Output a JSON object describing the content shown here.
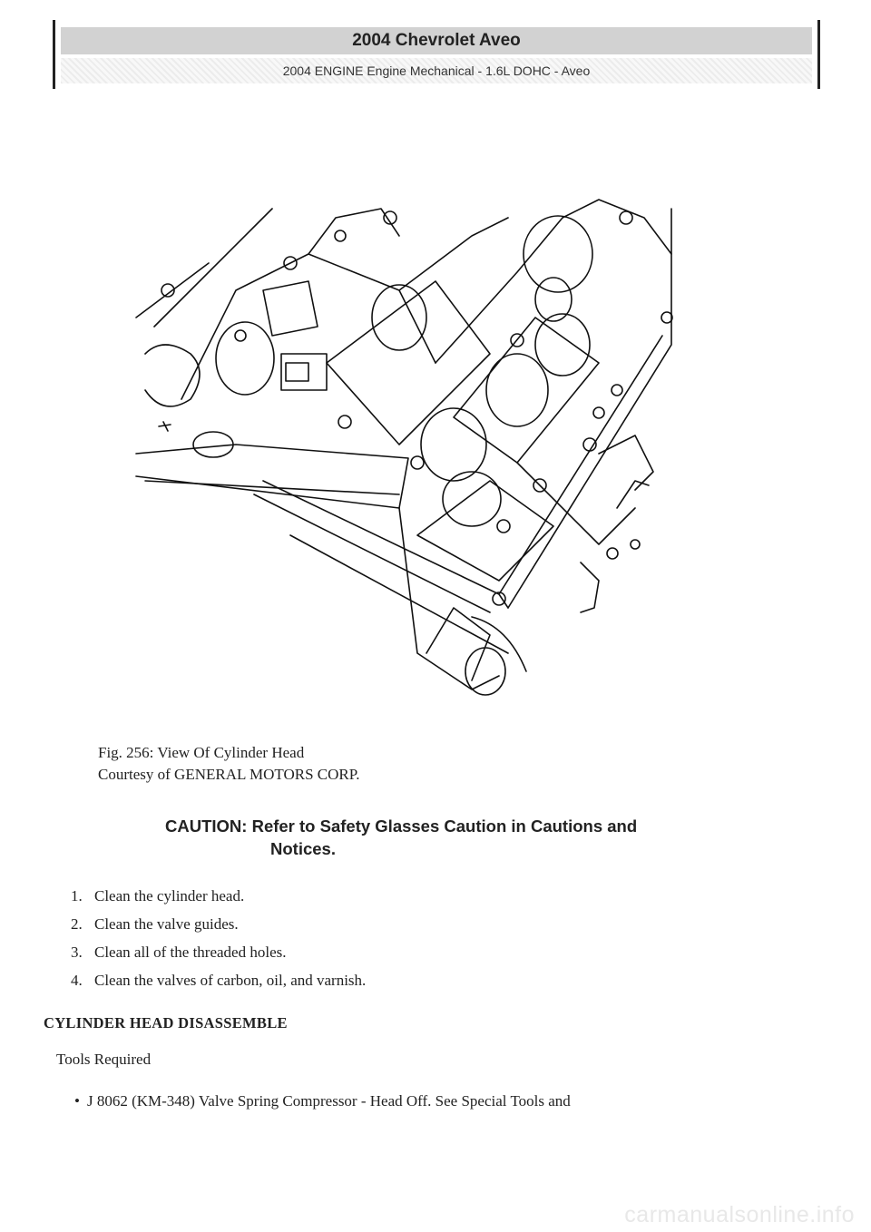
{
  "header": {
    "title": "2004 Chevrolet Aveo",
    "subtitle": "2004 ENGINE Engine Mechanical - 1.6L DOHC - Aveo"
  },
  "figure": {
    "caption_line1": "Fig. 256: View Of Cylinder Head",
    "caption_line2": "Courtesy of GENERAL MOTORS CORP."
  },
  "caution": {
    "label": "CAUTION:",
    "text": "Refer to Safety Glasses Caution in Cautions and",
    "text_cont": "Notices."
  },
  "steps": [
    {
      "num": "1.",
      "text": "Clean the cylinder head."
    },
    {
      "num": "2.",
      "text": "Clean the valve guides."
    },
    {
      "num": "3.",
      "text": "Clean all of the threaded holes."
    },
    {
      "num": "4.",
      "text": "Clean the valves of carbon, oil, and varnish."
    }
  ],
  "section": {
    "title": "CYLINDER HEAD DISASSEMBLE",
    "tools_label": "Tools Required"
  },
  "tools": [
    "J 8062 (KM-348) Valve Spring Compressor - Head Off. See Special Tools and"
  ],
  "watermark": "carmanualsonline.info"
}
